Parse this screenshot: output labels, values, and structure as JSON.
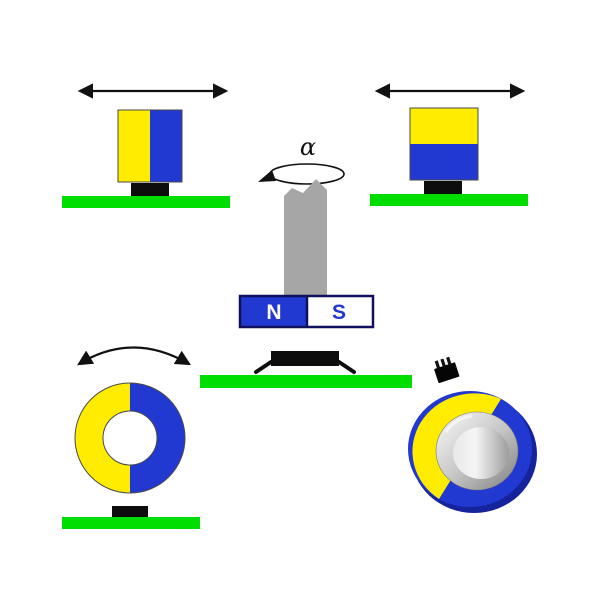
{
  "labels": {
    "alpha": "α",
    "north": "N",
    "south": "S"
  },
  "colors": {
    "yellow": "#ffec00",
    "blue": "#2138d1",
    "blue_dark": "#15239c",
    "green": "#00dd00",
    "shaft_gray": "#a6a6a6",
    "sensor_black": "#0d0d0d",
    "white": "#ffffff",
    "background": "#ffffff"
  }
}
